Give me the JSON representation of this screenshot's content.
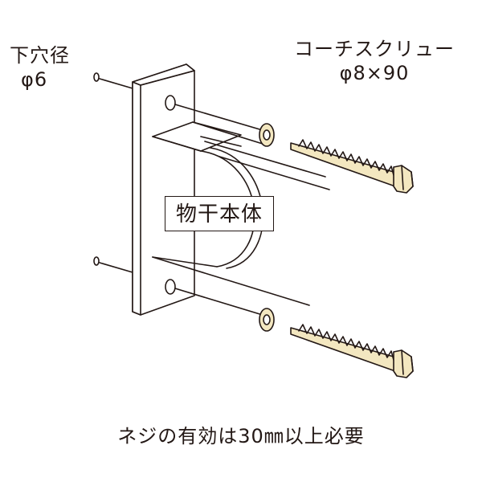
{
  "pilot_hole": {
    "title": "下穴径",
    "size": "φ6"
  },
  "coach_screw": {
    "title": "コーチスクリュー",
    "size": "φ8×90"
  },
  "body_label": "物干本体",
  "note": "ネジの有効は30㎜以上必要",
  "colors": {
    "line": "#231815",
    "screw_fill": "#f3e7c0",
    "background": "#ffffff"
  }
}
